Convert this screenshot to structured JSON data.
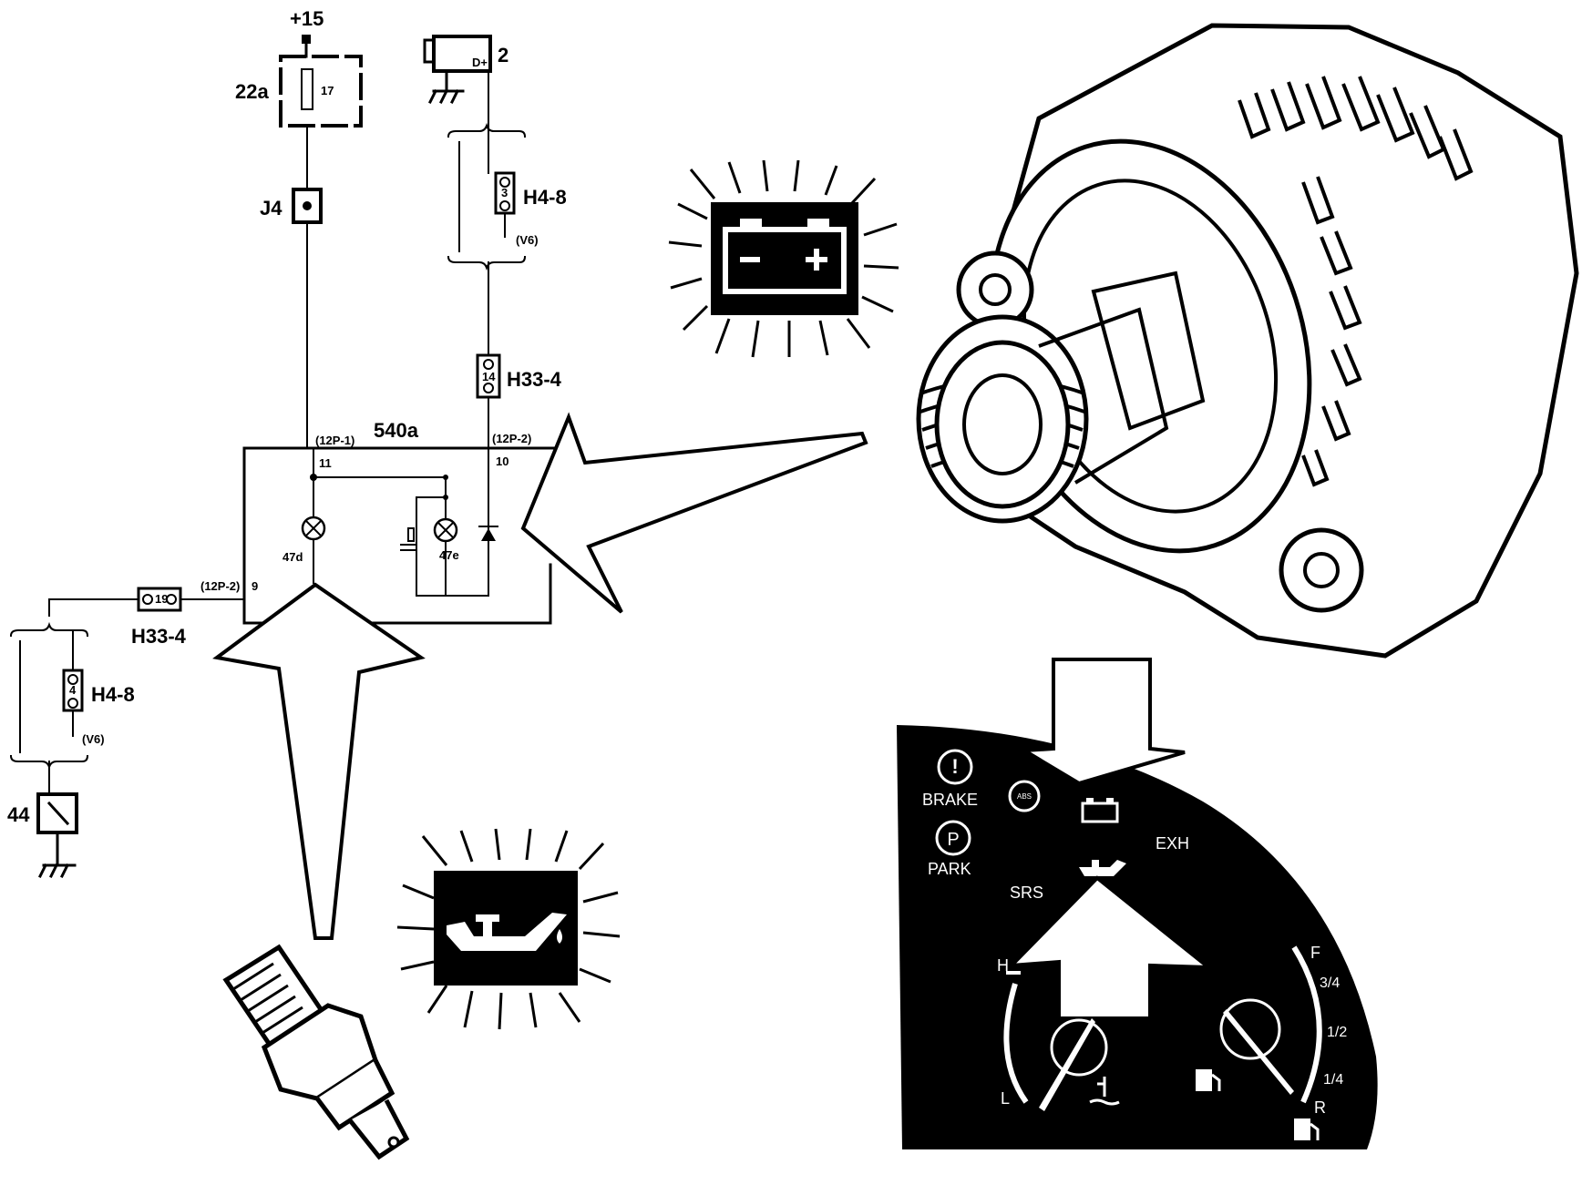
{
  "schematic": {
    "supply": "+15",
    "fuse_ref": "22a",
    "fuse_num": "17",
    "junction": "J4",
    "alt_terminal": "D+",
    "alt_ref": "2",
    "conn_h48_pin_top": "3",
    "conn_h48_label": "H4-8",
    "variant": "(V6)",
    "conn_h33_pin_top": "14",
    "conn_h33_label": "H33-4",
    "cluster_ref": "540a",
    "pin_12p1": "(12P-1)",
    "pin_12p1_num": "11",
    "pin_12p2_top": "(12P-2)",
    "pin_12p2_top_num": "10",
    "lamp_left": "47d",
    "lamp_right": "47e",
    "pin_12p2_bottom": "(12P-2)",
    "pin_12p2_bottom_num": "9",
    "conn_h33_pin_bottom": "19",
    "conn_h48_pin_bottom": "4",
    "switch_ref": "44"
  },
  "dashboard": {
    "brake": "BRAKE",
    "park": "PARK",
    "park_symbol": "P",
    "brake_symbol": "!",
    "abs_symbol": "ABS",
    "exh": "EXH",
    "srs": "SRS",
    "temp_high": "H",
    "temp_low": "L",
    "fuel_full": "F",
    "fuel_3q": "3/4",
    "fuel_half": "1/2",
    "fuel_1q": "1/4",
    "fuel_reserve": "R"
  },
  "icons": [
    "battery-warning-icon",
    "oil-pressure-warning-icon",
    "fuel-pump-icon",
    "coolant-temp-icon"
  ]
}
